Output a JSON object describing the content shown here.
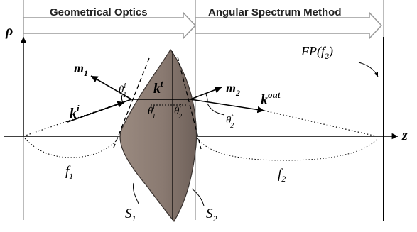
{
  "banner": {
    "left_label": "Geometrical Optics",
    "right_label": "Angular Spectrum Method"
  },
  "axes": {
    "vertical_label": "ρ",
    "horizontal_label": "z"
  },
  "plane_label": {
    "main": "FP(",
    "inner": "f",
    "sub": "2",
    "close": ")"
  },
  "vectors": {
    "m1": {
      "main": "m",
      "sub": "1"
    },
    "m2": {
      "main": "m",
      "sub": "2"
    },
    "ki": {
      "main": "k",
      "sup": "i"
    },
    "kt": {
      "main": "k",
      "sup": "t"
    },
    "kout": {
      "main": "k",
      "sup": "out"
    }
  },
  "angles": {
    "theta1i": {
      "main": "θ",
      "sub": "1",
      "sup": "i"
    },
    "theta1t": {
      "main": "θ",
      "sub": "1",
      "sup": "t"
    },
    "theta2i": {
      "main": "θ",
      "sub": "2",
      "sup": "i"
    },
    "theta2t": {
      "main": "θ",
      "sub": "2",
      "sup": "t"
    }
  },
  "distances": {
    "f1": {
      "main": "f",
      "sub": "1"
    },
    "f2": {
      "main": "f",
      "sub": "2"
    }
  },
  "surfaces": {
    "s1": {
      "main": "S",
      "sub": "1"
    },
    "s2": {
      "main": "S",
      "sub": "2"
    }
  },
  "colors": {
    "lens_fill": "#8c7d74",
    "lens_stroke": "#3a3330",
    "line": "#000000",
    "banner_stroke": "#9a9a9a"
  }
}
